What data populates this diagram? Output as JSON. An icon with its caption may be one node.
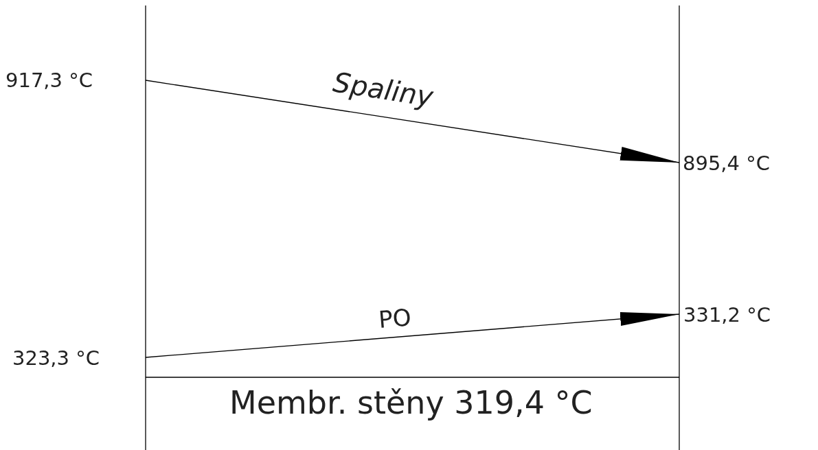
{
  "diagram": {
    "nodes": [
      {
        "text": [
          "917,3 °C"
        ]
      },
      {
        "text": [
          "895,4 °C"
        ]
      },
      {
        "text": [
          "323,3 °C"
        ]
      },
      {
        "text": [
          "331,2 °C"
        ]
      }
    ],
    "edges": [
      {
        "from": 0,
        "to": 1,
        "arrow": "to",
        "label": "Spaliny"
      },
      {
        "from": 2,
        "to": 3,
        "arrow": "to",
        "label": "PO"
      }
    ],
    "labels": [
      "Membr. stěny 319,4 °C"
    ]
  }
}
